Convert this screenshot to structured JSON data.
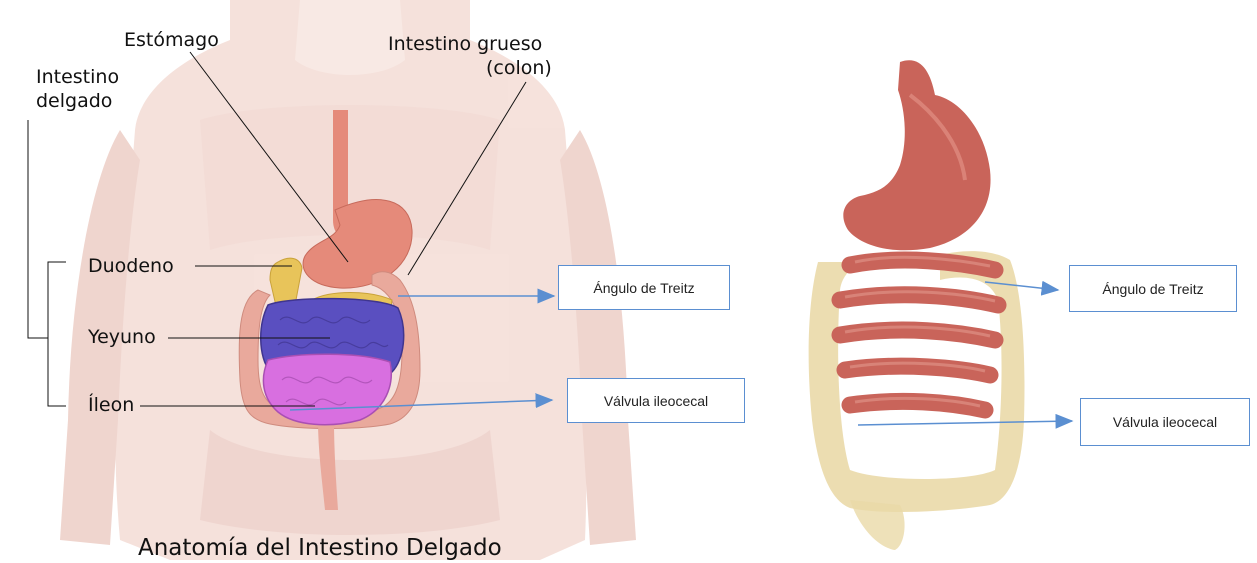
{
  "left_diagram": {
    "labels": {
      "intestino_delgado_1": "Intestino",
      "intestino_delgado_2": "delgado",
      "estomago": "Estómago",
      "intestino_grueso_1": "Intestino grueso",
      "intestino_grueso_2": "(colon)",
      "duodeno": "Duodeno",
      "yeyuno": "Yeyuno",
      "ileon": "Íleon"
    },
    "callouts": {
      "angulo_treitz": "Ángulo de Treitz",
      "valvula_ileocecal": "Válvula ileocecal"
    },
    "caption": "Anatomía del Intestino Delgado"
  },
  "right_diagram": {
    "callouts": {
      "angulo_treitz": "Ángulo de Treitz",
      "valvula_ileocecal": "Válvula ileocecal"
    }
  },
  "colors": {
    "skin": "#f2d6cf",
    "stomach": "#e58a7a",
    "duodenum": "#e8c45a",
    "jejunum": "#5a4fc0",
    "ileum": "#d86fe0",
    "colon": "#e9a99c",
    "callout_border": "#5b8fd1",
    "arrow": "#5b8fd1",
    "right_intestine": "#c9645a",
    "right_colon": "#ead9a8"
  }
}
